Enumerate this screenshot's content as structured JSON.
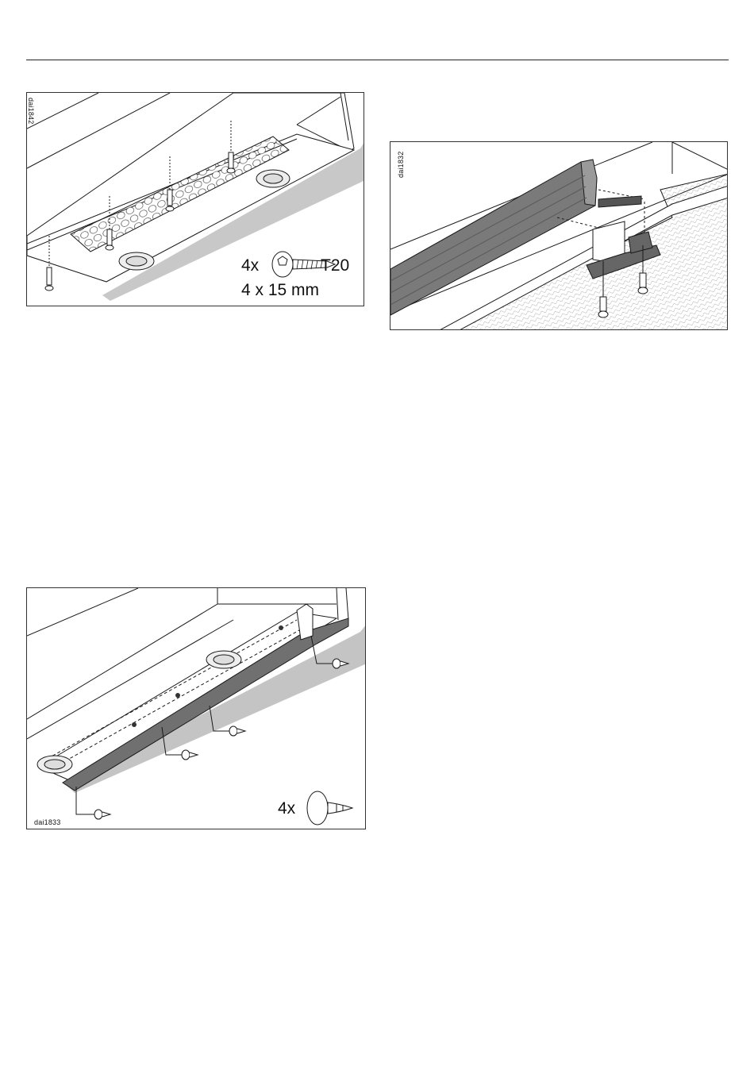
{
  "header": {
    "rule": true
  },
  "figures": [
    {
      "code": "dai1842",
      "qty_label": "4x",
      "screw_type": "T20",
      "screw_size": "4 x 15 mm",
      "icon": "torx-screw-icon"
    },
    {
      "code": "dai1832",
      "icon": "bracket-screw-icon"
    },
    {
      "code": "dai1833",
      "qty_label": "4x",
      "icon": "push-rivet-icon"
    }
  ],
  "colors": {
    "line": "#1a1a1a",
    "shadow": "#bfbfbf",
    "dark_panel": "#6e6e6e",
    "mesh": "#e8e8e8"
  }
}
